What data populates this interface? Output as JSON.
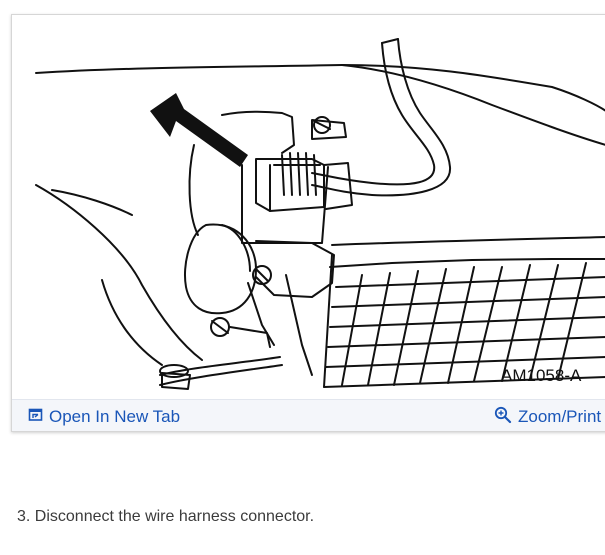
{
  "figure": {
    "label": "AM1058-A",
    "actions": {
      "open_new_tab": "Open In New Tab",
      "zoom_print": "Zoom/Print"
    }
  },
  "instructions": {
    "step_3": "3. Disconnect the wire harness connector."
  },
  "colors": {
    "link": "#1a56b8",
    "toolbar_bg": "#f4f6fa",
    "text": "#3b3b3b"
  },
  "icons": {
    "open_new_tab": "open-new-tab-icon",
    "zoom": "zoom-icon"
  }
}
